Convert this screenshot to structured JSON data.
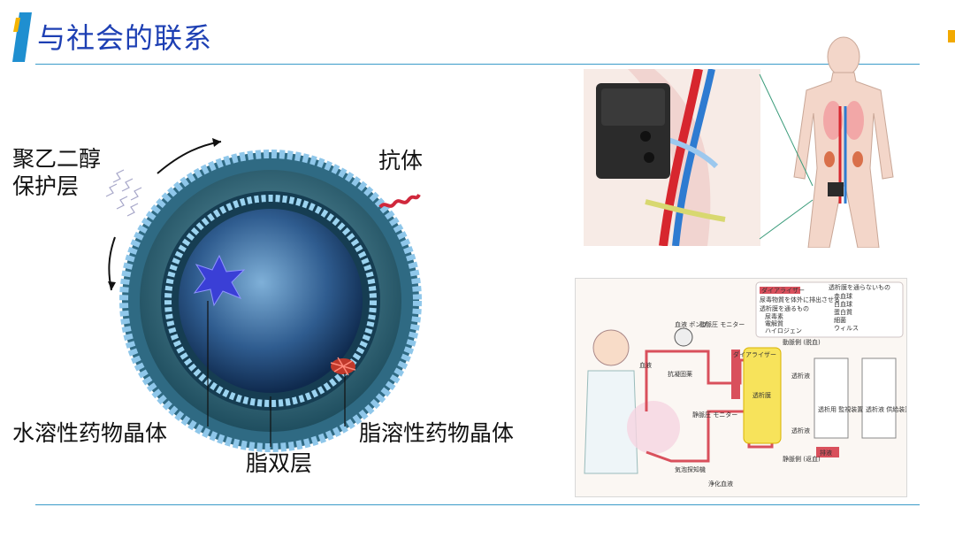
{
  "slide": {
    "title": "与社会的联系",
    "accent_color": "#1d3fb3",
    "rule_color": "#3a9bc9"
  },
  "liposome": {
    "labels": {
      "peg": "聚乙二醇\n保护层",
      "antibody": "抗体",
      "water_soluble": "水溶性药物晶体",
      "fat_soluble": "脂溶性药物晶体",
      "bilayer": "脂双层"
    }
  },
  "dialysis": {
    "legend_left_title": "ダイアライザー",
    "legend_left_text": "尿毒物質を体外に排出させる",
    "legend_left_sub": "透析膜を通るもの",
    "legend_left_items": [
      "尿毒素",
      "電解質",
      "ハイロジェン"
    ],
    "legend_right_title": "透析膜を通らないもの",
    "legend_right_items": [
      "赤血球",
      "白血球",
      "蛋白質",
      "細菌",
      "ウィルス"
    ],
    "labels": {
      "pump": "血液\nポンプ",
      "arterial_monitor": "動脈圧\nモニター",
      "arterial_side": "動脈側\n(脱血)",
      "blood": "血液",
      "anticoagulant": "抗凝固薬",
      "dialyzer": "ダイアライザー",
      "dialyzer_body": "透析膜",
      "venous_monitor": "静脈圧\nモニター",
      "venous_side": "静脈側\n(返血)",
      "bubble": "気泡探知機",
      "clean_blood": "浄化血液",
      "supply_unit": "透析用\n監視装置",
      "supply_unit2": "透析液\n供給装置",
      "drain": "排液",
      "dialysate_in": "透析液",
      "dialysate_out": "透析液"
    }
  }
}
